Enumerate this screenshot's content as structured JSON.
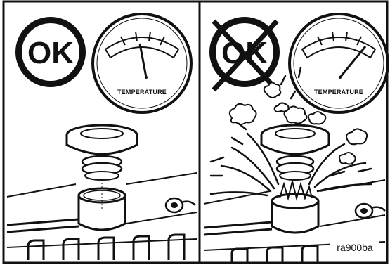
{
  "panels": [
    {
      "id": "ok",
      "badge_text": "OK",
      "crossed_out": false,
      "gauge_label": "TEMPERATURE",
      "needle_state": "normal"
    },
    {
      "id": "not-ok",
      "badge_text": "OK",
      "crossed_out": true,
      "gauge_label": "TEMPERATURE",
      "needle_state": "hot"
    }
  ],
  "figure_code": "ra900ba"
}
